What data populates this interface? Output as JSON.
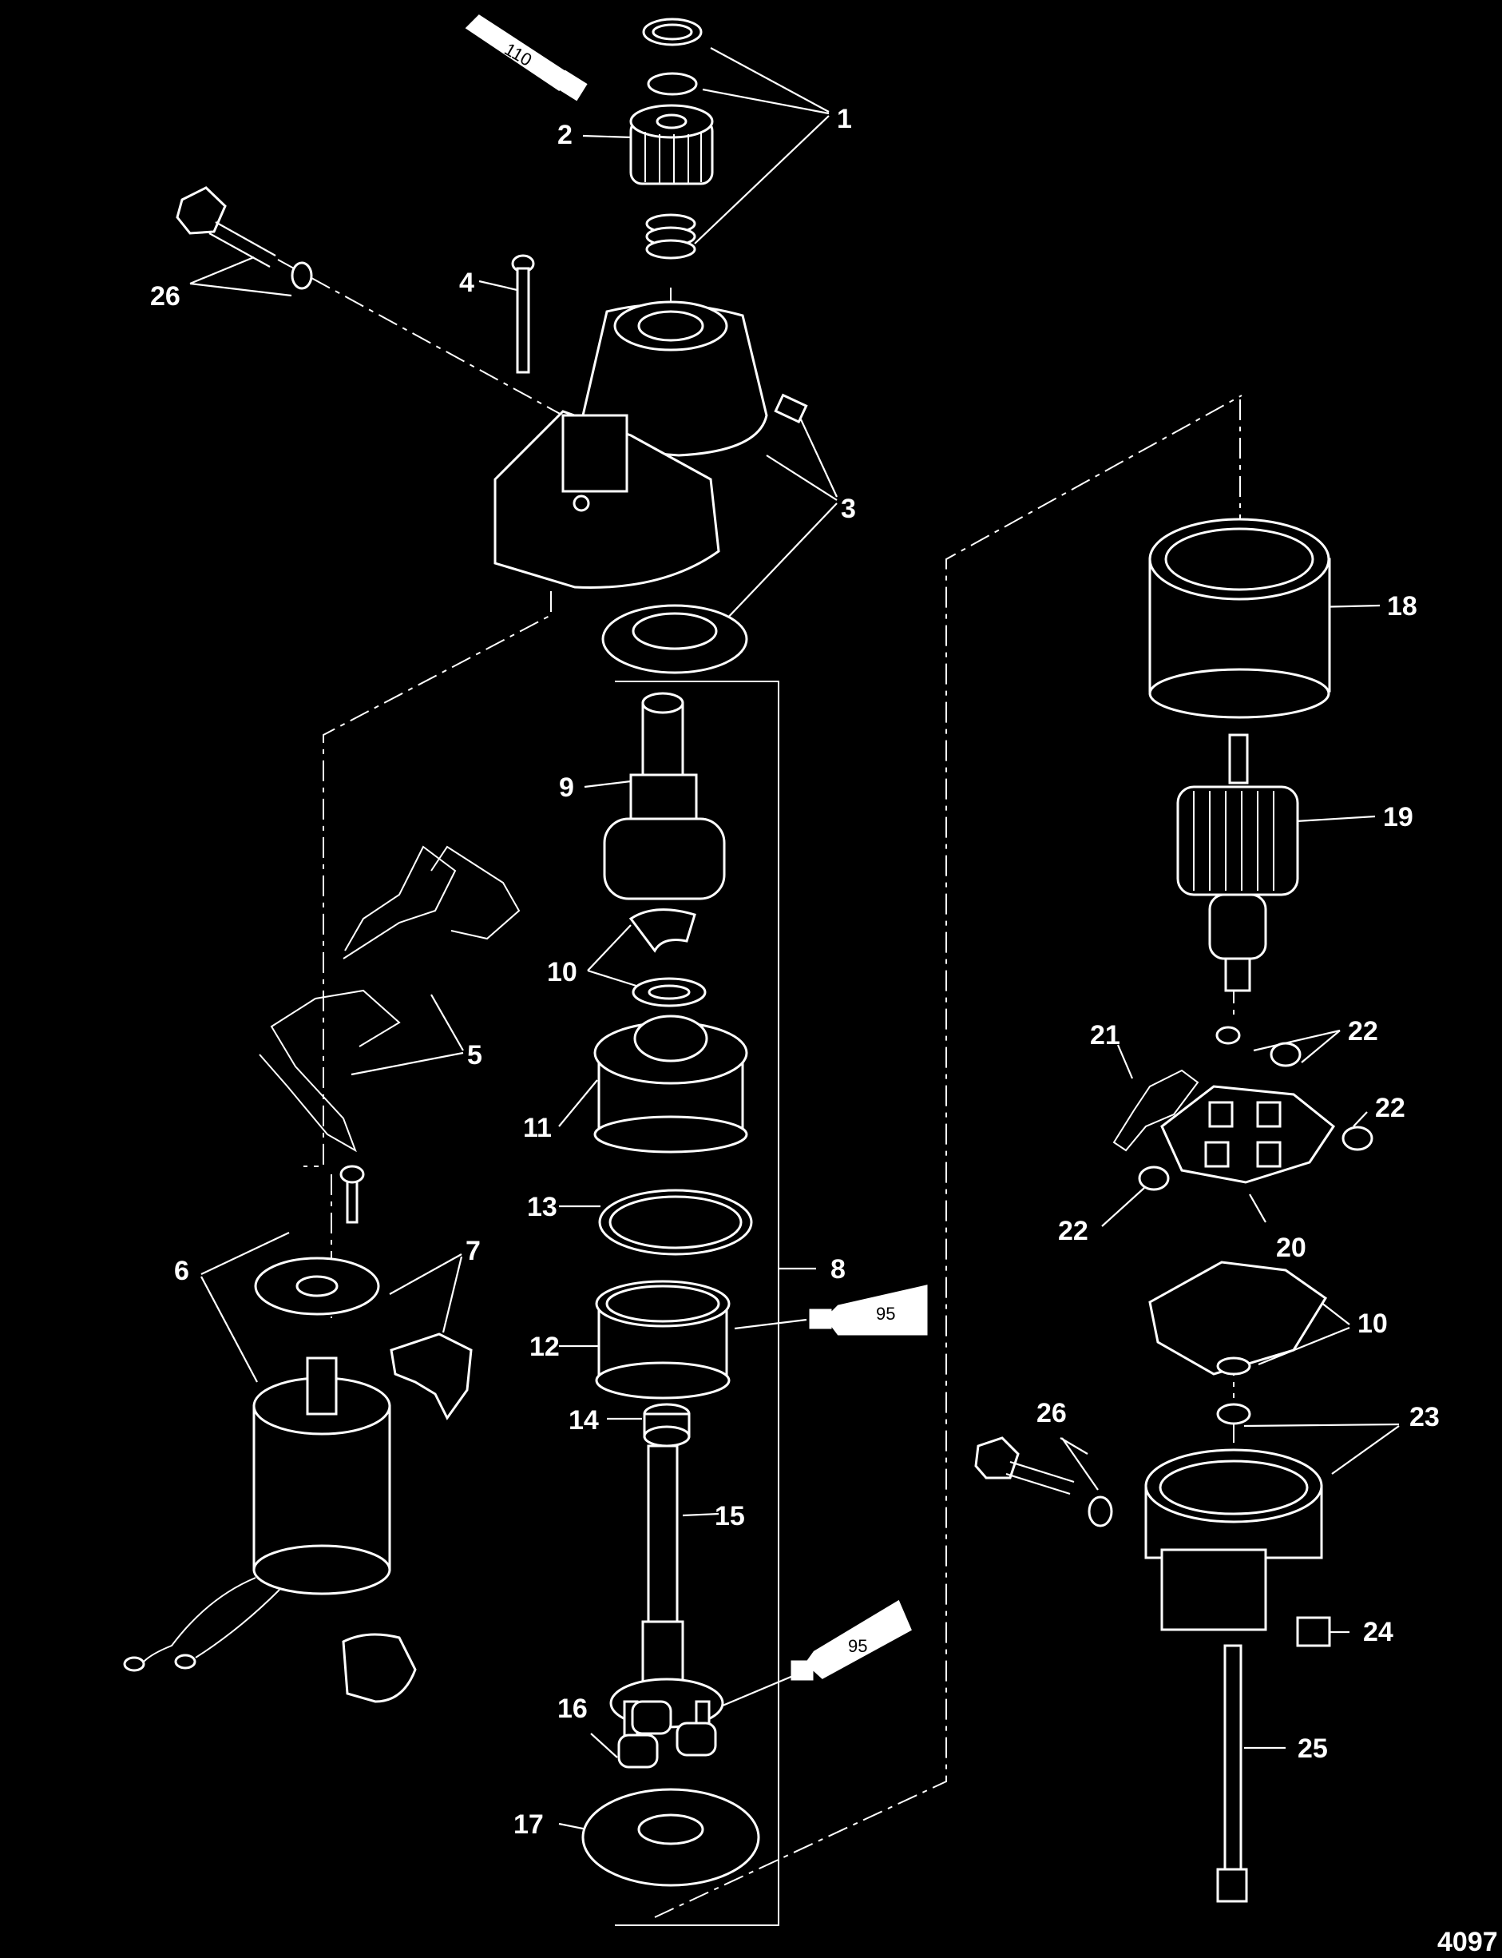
{
  "figure_number": "4097",
  "callouts": [
    "1",
    "2",
    "3",
    "4",
    "5",
    "6",
    "7",
    "8",
    "9",
    "10",
    "11",
    "12",
    "13",
    "14",
    "15",
    "16",
    "17",
    "18",
    "19",
    "20",
    "21",
    "22",
    "23",
    "24",
    "25",
    "26"
  ],
  "tube_labels": [
    "110",
    "95",
    "95"
  ],
  "colors": {
    "background": "#000000",
    "line": "#ffffff"
  }
}
